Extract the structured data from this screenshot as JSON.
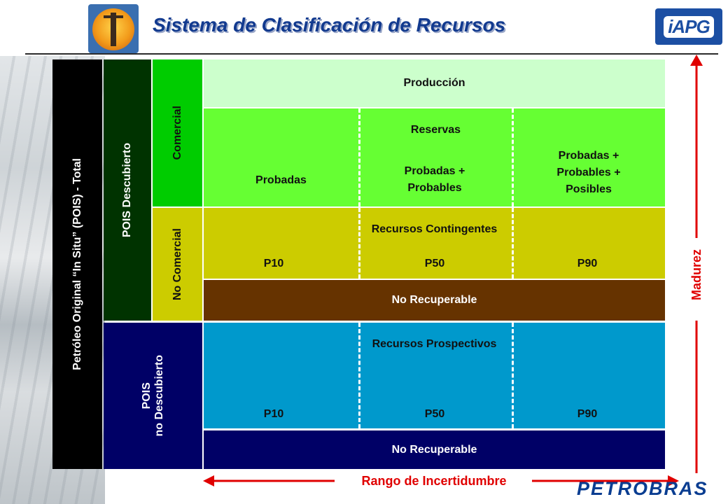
{
  "header": {
    "title": "Sistema de Clasificación de Recursos",
    "right_logo_text": "iAPG"
  },
  "diagram": {
    "pois_total": "Petróleo Original “In Situ” (POIS) - Total",
    "pois_descubierto": "POIS Descubierto",
    "pois_no_descubierto_line1": "POIS",
    "pois_no_descubierto_line2": "no Descubierto",
    "comercial": "Comercial",
    "no_comercial": "No Comercial",
    "produccion": "Producción",
    "reservas": "Reservas",
    "probadas": "Probadas",
    "probadas_probables": "Probadas + Probables",
    "probadas_probables_posibles": "Probadas + Probables + Posibles",
    "recursos_contingentes": "Recursos Contingentes",
    "contingentes_p": [
      "P10",
      "P50",
      "P90"
    ],
    "no_recuperable_1": "No Recuperable",
    "recursos_prospectivos": "Recursos Prospectivos",
    "prospectivos_p": [
      "P10",
      "P50",
      "P90"
    ],
    "no_recuperable_2": "No Recuperable",
    "madurez": "Madurez",
    "rango": "Rango de Incertidumbre"
  },
  "footer": {
    "brand": "PETROBRAS"
  },
  "colors": {
    "produccion": "#ccffcc",
    "reservas": "#66ff33",
    "comercial": "#00cc00",
    "contingentes": "#cccc00",
    "no_recuperable_1": "#663300",
    "prospectivos": "#0099cc",
    "no_recuperable_2": "#000066",
    "pois_total": "#000000",
    "pois_descubierto": "#003300",
    "pois_no_descubierto": "#000066",
    "arrow": "#e00000",
    "title": "#123a8f"
  }
}
